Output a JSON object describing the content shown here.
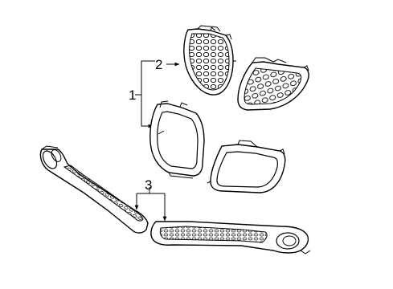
{
  "diagram": {
    "callouts": [
      {
        "id": "1",
        "label": "1"
      },
      {
        "id": "2",
        "label": "2"
      },
      {
        "id": "3",
        "label": "3"
      }
    ],
    "colors": {
      "line": "#000000",
      "background": "#ffffff"
    },
    "parts": [
      {
        "part": "upper-grille-left",
        "icon": "mesh-grille"
      },
      {
        "part": "upper-grille-right",
        "icon": "mesh-grille"
      },
      {
        "part": "grille-frame-left",
        "icon": "frame-bezel"
      },
      {
        "part": "grille-frame-right",
        "icon": "frame-bezel"
      },
      {
        "part": "lower-grille-left",
        "icon": "mesh-strip"
      },
      {
        "part": "lower-grille-right",
        "icon": "mesh-strip"
      }
    ]
  }
}
